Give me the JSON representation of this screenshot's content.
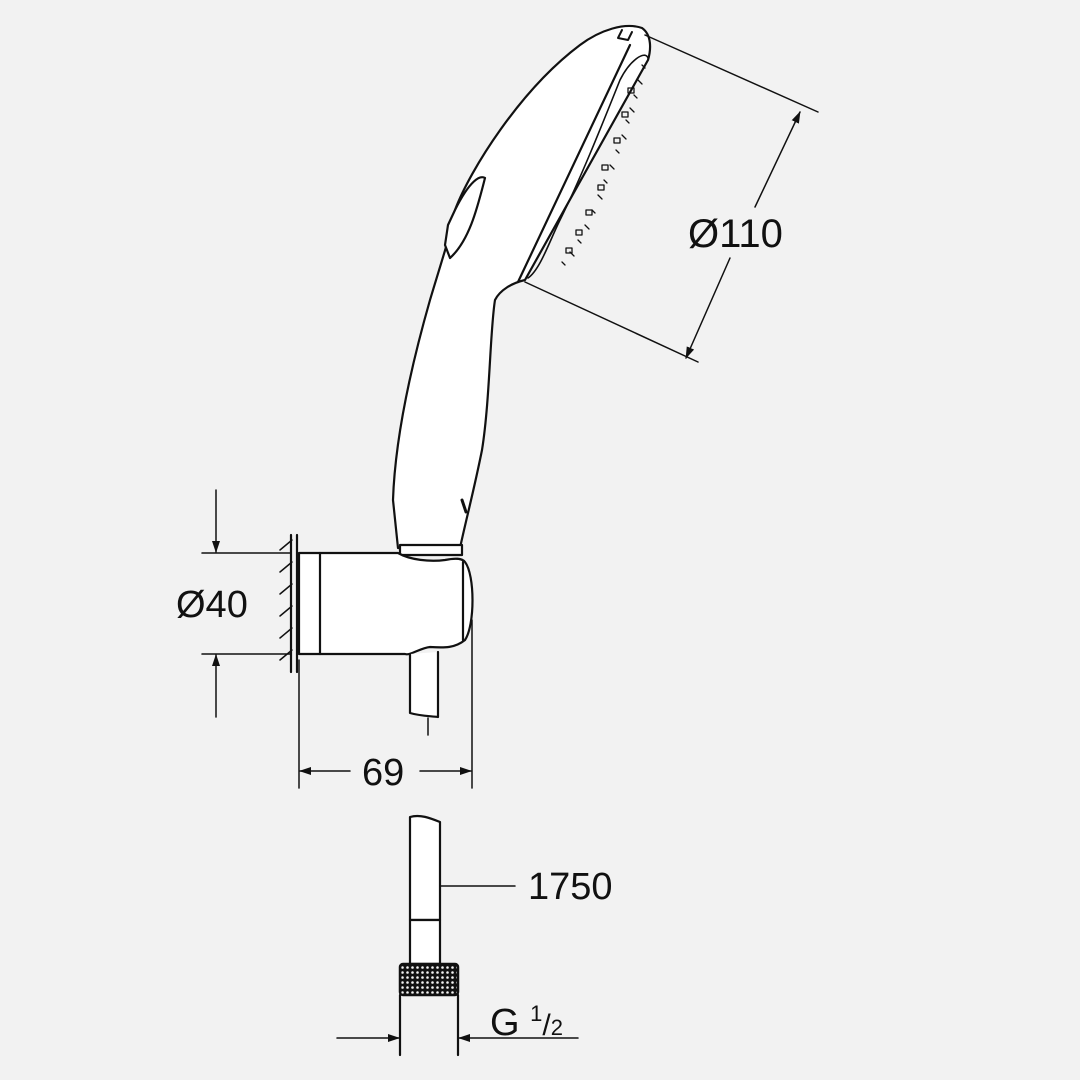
{
  "drawing": {
    "subject": "Hand shower with wall holder and hose",
    "background": "#f2f2f2",
    "line_color": "#111111"
  },
  "dimensions": {
    "head_diameter": "Ø110",
    "holder_diameter": "Ø40",
    "holder_projection": "69",
    "hose_length": "1750",
    "thread": {
      "prefix": "G",
      "numerator": "1",
      "denominator": "2"
    }
  }
}
